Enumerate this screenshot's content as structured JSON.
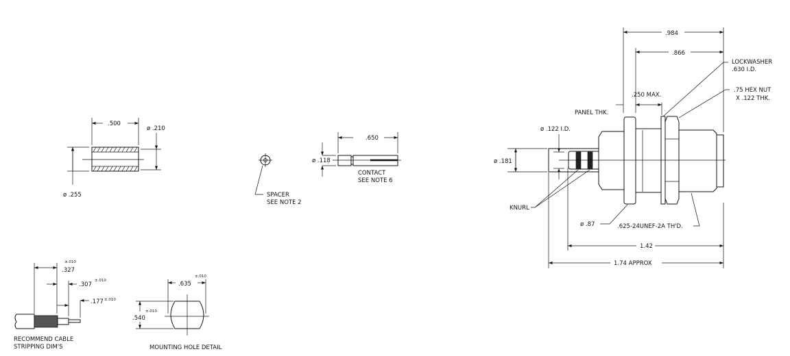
{
  "sleeve": {
    "length": ".500",
    "inner_dia": "ø .210",
    "outer_dia": "ø .255"
  },
  "spacer": {
    "label1": "SPACER",
    "label2": "SEE NOTE 2"
  },
  "contact": {
    "length": ".650",
    "dia": "ø .118",
    "label1": "CONTACT",
    "label2": "SEE NOTE 6"
  },
  "connector": {
    "overall_top": ".984",
    "body_top": ".866",
    "panel_max": ".250 MAX.",
    "panel_thk": "PANEL THK.",
    "lockwasher1": "LOCKWASHER",
    "lockwasher2": ".630 I.D.",
    "hexnut1": ".75 HEX NUT",
    "hexnut2": "X .122 THK.",
    "id": "ø .122 I.D.",
    "od": "ø .181",
    "knurl": "KNURL",
    "flange": "ø .87",
    "thread": ".625-24UNEF-2A TH'D.",
    "len142": "1.42",
    "len174": "1.74 APPROX"
  },
  "stripping": {
    "d1": ".327",
    "d2": ".307",
    "d3": ".177",
    "tol": "±.010",
    "title1": "RECOMMEND CABLE",
    "title2": "STRIPPING DIM'S"
  },
  "mounting": {
    "width": ".635",
    "height": ".540",
    "tol": "±.010",
    "title": "MOUNTING HOLE DETAIL"
  }
}
